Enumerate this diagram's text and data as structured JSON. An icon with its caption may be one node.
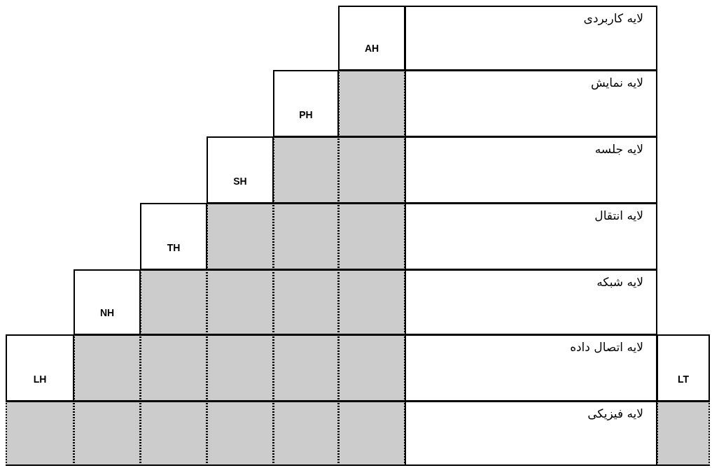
{
  "diagram": {
    "nodes": [
      {
        "text": [
          "AH"
        ]
      },
      {
        "text": [
          "لایه کاربردی"
        ]
      },
      {
        "text": [
          "PH"
        ]
      },
      {
        "text": [
          "لایه نمایش"
        ]
      },
      {
        "text": [
          "SH"
        ]
      },
      {
        "text": [
          "لایه جلسه"
        ]
      },
      {
        "text": [
          "TH"
        ]
      },
      {
        "text": [
          "لایه انتقال"
        ]
      },
      {
        "text": [
          "NH"
        ]
      },
      {
        "text": [
          "لایه شبکه"
        ]
      },
      {
        "text": [
          "LH"
        ]
      },
      {
        "text": [
          "لایه اتصال داده"
        ]
      },
      {
        "text": [
          "LT"
        ]
      },
      {
        "text": [
          "لایه فیزیکی"
        ]
      }
    ]
  }
}
